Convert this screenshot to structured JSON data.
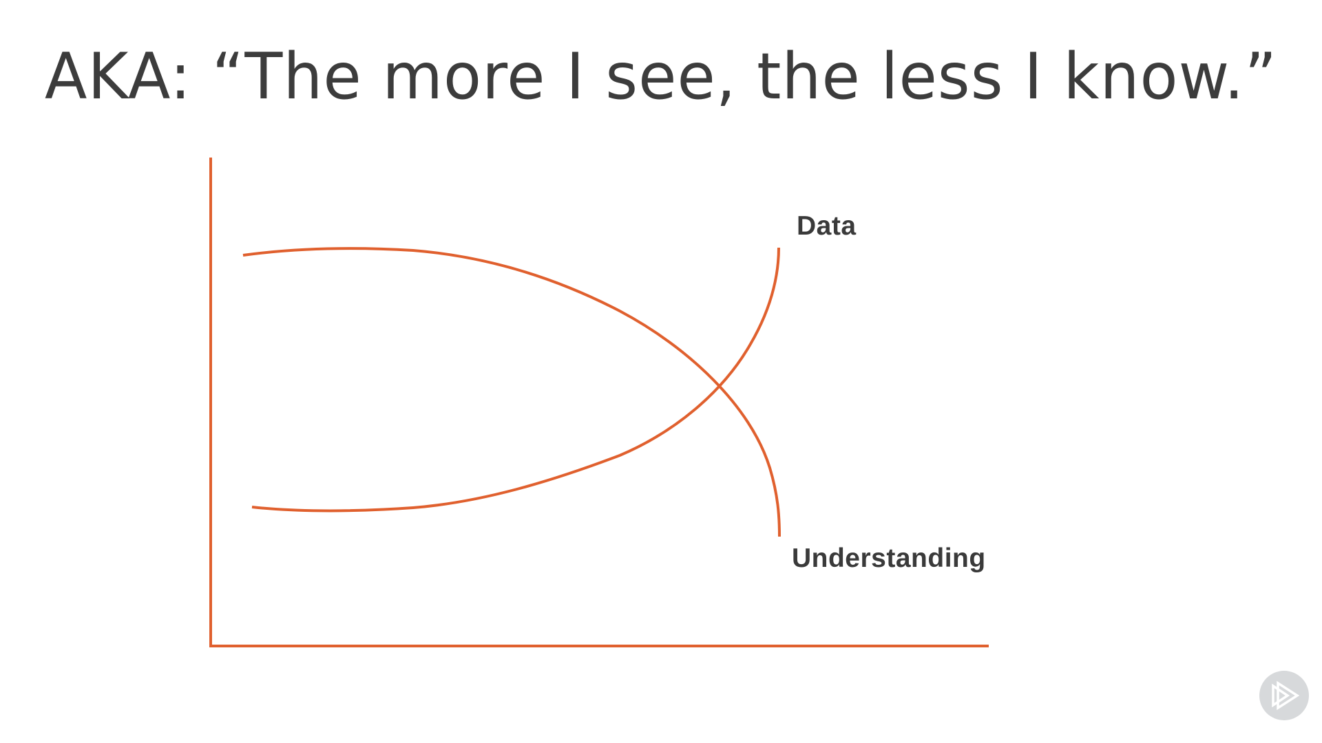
{
  "slide": {
    "title": "AKA: “The more I see, the less I know.”"
  },
  "chart_data": {
    "type": "line",
    "title": "AKA: “The more I see, the less I know.”",
    "xlabel": "",
    "ylabel": "",
    "grid": false,
    "legend": "inline labels at right end of each curve",
    "axes": {
      "x_ticks": [],
      "y_ticks": []
    },
    "x": [
      0,
      10,
      20,
      30,
      40,
      50,
      60,
      70,
      80,
      90,
      100
    ],
    "series": [
      {
        "name": "Data",
        "description": "Low and flat at first, then rises steeply toward the right",
        "values": [
          12,
          12,
          13,
          15,
          18,
          22,
          28,
          37,
          50,
          68,
          95
        ]
      },
      {
        "name": "Understanding",
        "description": "High and flat at first, then falls steeply toward the right",
        "values": [
          88,
          89,
          89,
          87,
          84,
          79,
          72,
          63,
          50,
          32,
          4
        ]
      }
    ],
    "crossing_point": {
      "x": 80,
      "y": 50
    },
    "line_color": "#e0602e",
    "axis_color": "#e0602e"
  },
  "labels": {
    "data": "Data",
    "understanding": "Understanding"
  },
  "badge": {
    "icon": "play-logo-icon",
    "color": "#d7d9db"
  }
}
